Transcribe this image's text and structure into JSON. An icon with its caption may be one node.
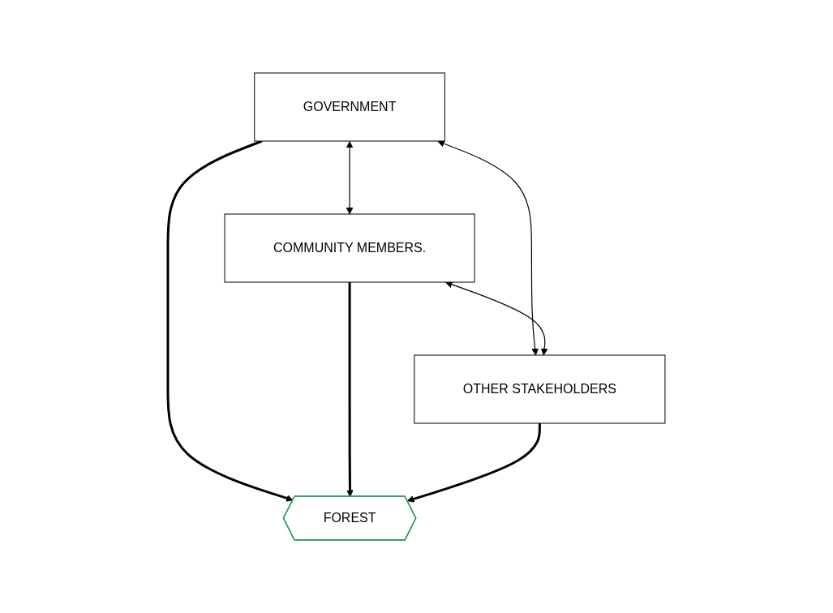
{
  "diagram": {
    "nodes": [
      {
        "text": [
          "GOVERNMENT"
        ]
      },
      {
        "text": [
          "COMMUNITY MEMBERS."
        ]
      },
      {
        "text": [
          "FOREST"
        ]
      },
      {
        "text": [
          "OTHER STAKEHOLDERS"
        ]
      }
    ],
    "edges": [
      {
        "from": 0,
        "to": 1,
        "arrow": "both"
      },
      {
        "from": 0,
        "to": 2,
        "arrow": "to",
        "style": "thick"
      },
      {
        "from": 1,
        "to": 2,
        "arrow": "to",
        "style": "thick"
      },
      {
        "from": 3,
        "to": 2,
        "arrow": "to",
        "style": "thick"
      },
      {
        "from": 0,
        "to": 3,
        "arrow": "both"
      },
      {
        "from": 1,
        "to": 3,
        "arrow": "both"
      }
    ]
  }
}
